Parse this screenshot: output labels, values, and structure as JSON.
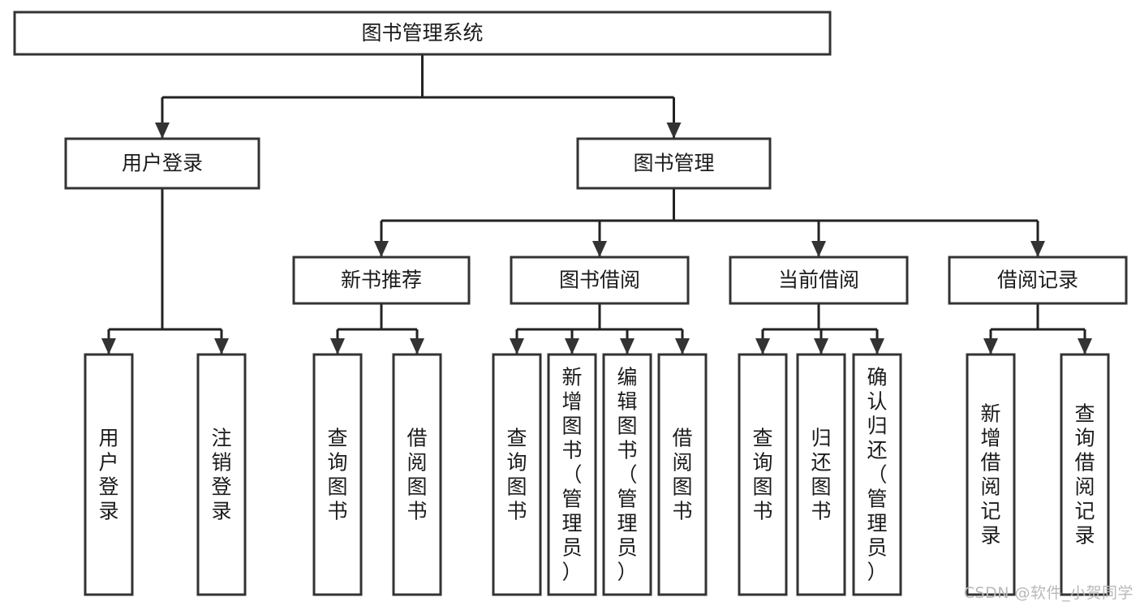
{
  "diagram": {
    "type": "tree-hierarchy",
    "orientation": "top-down",
    "title_node": "图书管理系统",
    "watermark": "CSDN @软件_小贺同学",
    "colors": {
      "background": "#ffffff",
      "node_fill": "#ffffff",
      "node_stroke": "#333333",
      "edge": "#222222",
      "text": "#1b1b1b",
      "watermark": "#b9b9b9"
    },
    "levels": [
      {
        "level": 1,
        "nodes": [
          {
            "id": "root",
            "label": "图书管理系统",
            "orientation": "horizontal"
          }
        ]
      },
      {
        "level": 2,
        "nodes": [
          {
            "id": "login",
            "label": "用户登录",
            "orientation": "horizontal",
            "parent": "root"
          },
          {
            "id": "bookmgmt",
            "label": "图书管理",
            "orientation": "horizontal",
            "parent": "root"
          }
        ]
      },
      {
        "level": 3,
        "nodes": [
          {
            "id": "newbook",
            "label": "新书推荐",
            "orientation": "horizontal",
            "parent": "bookmgmt"
          },
          {
            "id": "borrow",
            "label": "图书借阅",
            "orientation": "horizontal",
            "parent": "bookmgmt"
          },
          {
            "id": "current",
            "label": "当前借阅",
            "orientation": "horizontal",
            "parent": "bookmgmt"
          },
          {
            "id": "records",
            "label": "借阅记录",
            "orientation": "horizontal",
            "parent": "bookmgmt"
          }
        ]
      },
      {
        "level": 4,
        "nodes": [
          {
            "id": "leaf1",
            "label": "用户登录",
            "orientation": "vertical",
            "parent": "login"
          },
          {
            "id": "leaf2",
            "label": "注销登录",
            "orientation": "vertical",
            "parent": "login"
          },
          {
            "id": "leaf3",
            "label": "查询图书",
            "orientation": "vertical",
            "parent": "newbook"
          },
          {
            "id": "leaf4",
            "label": "借阅图书",
            "orientation": "vertical",
            "parent": "newbook"
          },
          {
            "id": "leaf5",
            "label": "查询图书",
            "orientation": "vertical",
            "parent": "borrow"
          },
          {
            "id": "leaf6",
            "label": "新增图书（管理员）",
            "orientation": "vertical",
            "parent": "borrow"
          },
          {
            "id": "leaf7",
            "label": "编辑图书（管理员）",
            "orientation": "vertical",
            "parent": "borrow"
          },
          {
            "id": "leaf8",
            "label": "借阅图书",
            "orientation": "vertical",
            "parent": "borrow"
          },
          {
            "id": "leaf9",
            "label": "查询图书",
            "orientation": "vertical",
            "parent": "current"
          },
          {
            "id": "leaf10",
            "label": "归还图书",
            "orientation": "vertical",
            "parent": "current"
          },
          {
            "id": "leaf11",
            "label": "确认归还（管理员）",
            "orientation": "vertical",
            "parent": "current"
          },
          {
            "id": "leaf12",
            "label": "新增借阅记录",
            "orientation": "vertical",
            "parent": "records"
          },
          {
            "id": "leaf13",
            "label": "查询借阅记录",
            "orientation": "vertical",
            "parent": "records"
          }
        ]
      }
    ]
  }
}
